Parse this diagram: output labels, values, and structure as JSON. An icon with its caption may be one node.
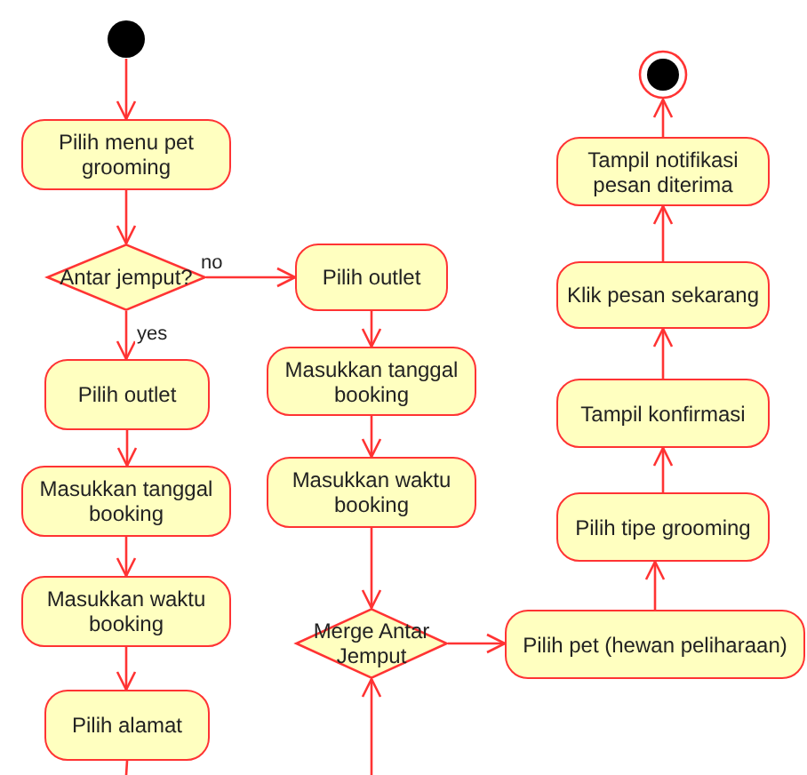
{
  "diagram": {
    "nodes": [
      {
        "text": [],
        "shape": "circle"
      },
      {
        "text": [
          "Pilih menu pet grooming"
        ]
      },
      {
        "text": [
          "Antar jemput?"
        ]
      },
      {
        "text": [
          "Pilih outlet"
        ]
      },
      {
        "text": [
          "Pilih outlet"
        ]
      },
      {
        "text": [
          "Masukkan tanggal booking"
        ]
      },
      {
        "text": [
          "Masukkan waktu booking"
        ]
      },
      {
        "text": [
          "Pilih alamat"
        ]
      },
      {
        "text": [
          "Masukkan tanggal booking"
        ]
      },
      {
        "text": [
          "Masukkan waktu booking"
        ]
      },
      {
        "text": [
          "Merge Antar Jemput"
        ]
      },
      {
        "text": [
          "Pilih pet (hewan peliharaan)"
        ]
      },
      {
        "text": [
          "Pilih tipe grooming"
        ]
      },
      {
        "text": [
          "Tampil konfirmasi"
        ]
      },
      {
        "text": [
          "Klik pesan sekarang"
        ]
      },
      {
        "text": [
          "Tampil notifikasi pesan diterima"
        ]
      },
      {
        "text": [],
        "shape": "bullseye"
      }
    ],
    "edges": [
      {
        "from": 0,
        "to": 1,
        "arrow": "to"
      },
      {
        "from": 1,
        "to": 2,
        "arrow": "to"
      },
      {
        "from": 2,
        "to": 3,
        "arrow": "to",
        "label": "no"
      },
      {
        "from": 2,
        "to": 4,
        "arrow": "to",
        "label": "yes"
      },
      {
        "from": 4,
        "to": 5,
        "arrow": "to"
      },
      {
        "from": 5,
        "to": 6,
        "arrow": "to"
      },
      {
        "from": 6,
        "to": 7,
        "arrow": "to"
      },
      {
        "from": 7,
        "to": null,
        "arrow": "none"
      },
      {
        "from": 3,
        "to": 8,
        "arrow": "to"
      },
      {
        "from": 8,
        "to": 9,
        "arrow": "to"
      },
      {
        "from": 9,
        "to": 10,
        "arrow": "to"
      },
      {
        "from": null,
        "to": 10,
        "arrow": "to"
      },
      {
        "from": 10,
        "to": 11,
        "arrow": "to"
      },
      {
        "from": 11,
        "to": 12,
        "arrow": "to"
      },
      {
        "from": 12,
        "to": 13,
        "arrow": "to"
      },
      {
        "from": 13,
        "to": 14,
        "arrow": "to"
      },
      {
        "from": 14,
        "to": 15,
        "arrow": "to"
      },
      {
        "from": 15,
        "to": 16,
        "arrow": "to"
      }
    ]
  }
}
